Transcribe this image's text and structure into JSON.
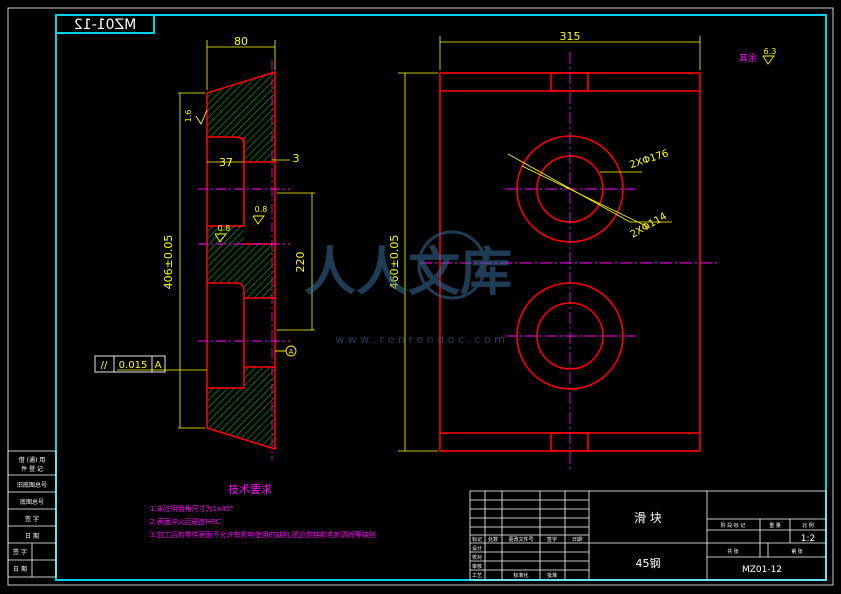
{
  "drawing": {
    "code_mirrored": "MZ01-12",
    "code": "MZ01-12",
    "part_name": "滑 块",
    "material": "45钢",
    "scale": "1:2",
    "roughness_rest_label": "其余",
    "roughness_rest_value": "6.3"
  },
  "dimensions": {
    "side_width": "80",
    "side_step": "37",
    "side_small": "3",
    "side_height": "406±0.05",
    "side_bore": "220",
    "front_width": "315",
    "front_height": "460±0.05",
    "hole_outer": "2XΦ176",
    "hole_inner": "2XΦ114",
    "rough_1": "1.6",
    "rough_2": "0.8",
    "rough_3": "0.8",
    "datum_label": "A",
    "tolerance_symbol": "//",
    "tolerance_value": "0.015",
    "tolerance_datum": "A"
  },
  "notes": {
    "title": "技术要求",
    "items": [
      "1.未注明倒角尺寸为1x45°",
      "2.表面淬火后硬度HRC",
      "3.加工后的零件表面不允许有影响使用的缺陷,锐边倒钝和毛刺清除等缺陷"
    ]
  },
  "left_strip": {
    "rows": [
      "借 (通) 用",
      "件 登 记",
      "旧底图总号",
      "底图总号",
      "签 字",
      "日 期",
      "签 字",
      "日 期"
    ]
  },
  "title_block": {
    "headers": [
      "标记",
      "处数",
      "更改文件号",
      "签字",
      "日期"
    ],
    "rows": [
      "设计",
      "校对",
      "审核",
      "工艺",
      "标准化",
      "批准"
    ],
    "right_headers": [
      "阶 段 标 记",
      "重 量",
      "比 例"
    ],
    "sheet_labels": [
      "共 张",
      "第 张"
    ]
  },
  "watermark": {
    "text": "人人文库",
    "url": "w w w . r e n r e n d o c . c o m"
  },
  "colors": {
    "border": "#00d0e8",
    "outline": "#ff0000",
    "dimension": "#ffff00",
    "center": "#ff00ff",
    "hatch": "#00c000",
    "text": "#ffffff",
    "note": "#ff00ff"
  }
}
